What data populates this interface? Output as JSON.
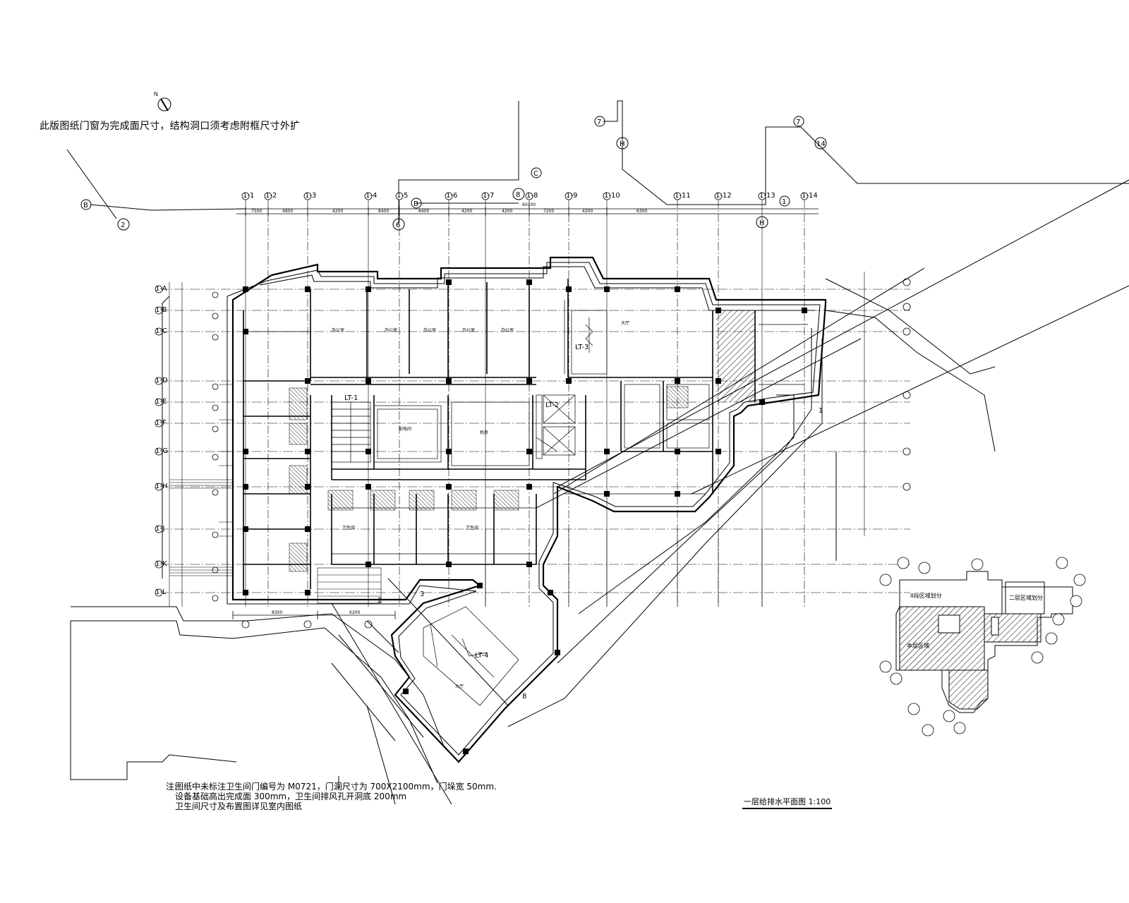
{
  "notes": {
    "top_note": "此版图纸门窗为完成面尺寸，结构洞口须考虑附框尺寸外扩",
    "bottom_prefix": "注:",
    "bottom_lines": [
      "图纸中未标注卫生间门编号为 M0721，门洞尺寸为 700X2100mm，门垛宽 50mm.",
      "设备基础高出完成面 300mm，卫生间排风孔开洞底 200mm",
      "卫生间尺寸及布置图详见室内图纸"
    ]
  },
  "plan": {
    "stairs": [
      "LT-1",
      "LT-2",
      "LT-3",
      "LT-4"
    ],
    "top_dims": [
      "7500",
      "4800",
      "4200",
      "8400",
      "8400",
      "4200",
      "4200",
      "7200",
      "4200",
      "6300"
    ],
    "total_dim": "60200",
    "bottom_dims": [
      "8300",
      "6200"
    ],
    "axis_h_labels": [
      "1-1",
      "1-2",
      "1-3",
      "1-4",
      "1-5",
      "1-6",
      "1-7",
      "1-8",
      "1-9",
      "1-10",
      "1-11",
      "1-12",
      "1-13",
      "1-14"
    ],
    "axis_v_labels": [
      "1-A",
      "1-B",
      "1-C",
      "1-D",
      "1-E",
      "1-F",
      "1-G",
      "1-H",
      "1-J",
      "1-K",
      "1-L"
    ],
    "rooms": [
      "办公室",
      "办公室",
      "办公室",
      "办公室",
      "办公室",
      "配电间",
      "机房",
      "大厅",
      "卫生间",
      "卫生间",
      "大厅"
    ],
    "small_markers": [
      "1",
      "2",
      "3",
      "8"
    ]
  },
  "callouts": {
    "north": "N",
    "left_ref": "B",
    "left_axis": "2",
    "mid_axis_a": "6",
    "mid_ref_a": "B",
    "mid_axis_b": "8",
    "mid_ref_b": "C",
    "top_ref_c": "7",
    "top_axis_c": "H",
    "right_ref": "7",
    "right_axis": "14",
    "right_axis_b": "H",
    "right_ref_b": "1"
  },
  "key_plan": {
    "label_a": "II段区域划分",
    "label_b": "二层区域划分",
    "label_c": "本层区域",
    "title": "一层给排水平面图 1:100"
  }
}
